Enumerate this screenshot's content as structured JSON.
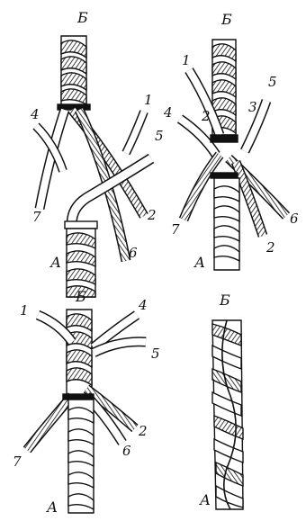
{
  "panels": [
    {
      "id": "top-left",
      "labels": {
        "top": "Б",
        "bottom": "А",
        "strands": [
          "4",
          "1",
          "5",
          "7",
          "2",
          "6"
        ]
      }
    },
    {
      "id": "top-right",
      "labels": {
        "top": "Б",
        "bottom": "А",
        "strands": [
          "1",
          "5",
          "4",
          "2",
          "3",
          "7",
          "6",
          "2"
        ]
      }
    },
    {
      "id": "bottom-left",
      "labels": {
        "top": "Б",
        "bottom": "А",
        "strands": [
          "1",
          "4",
          "5",
          "2",
          "6",
          "7"
        ]
      }
    },
    {
      "id": "bottom-right",
      "labels": {
        "top": "Б",
        "bottom": "А",
        "strands": []
      }
    }
  ],
  "colors": {
    "ink": "#111111",
    "paper": "#ffffff"
  }
}
